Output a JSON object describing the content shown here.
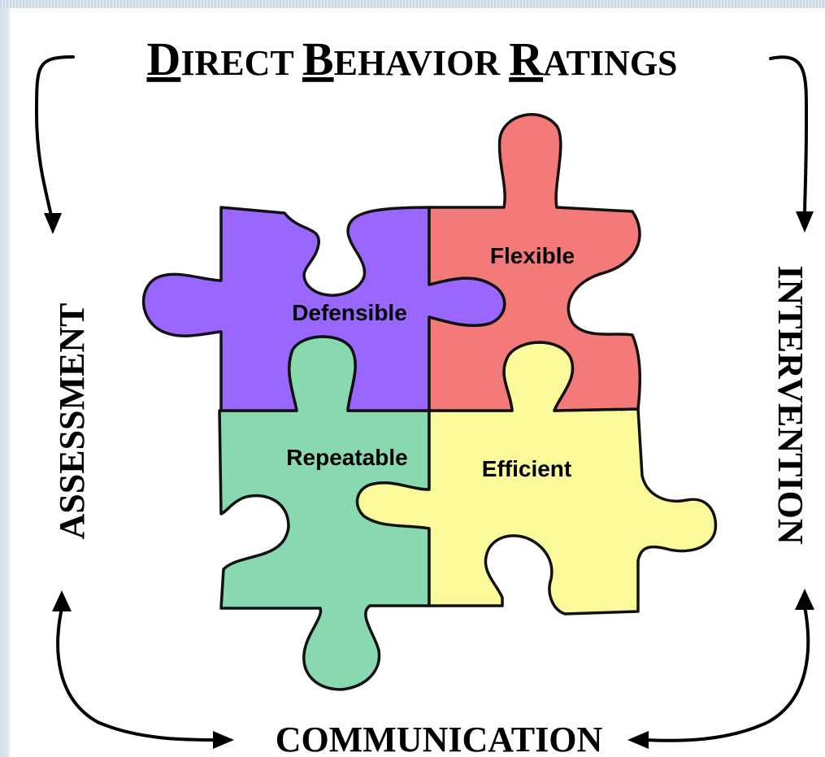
{
  "title": {
    "words": [
      {
        "initial": "D",
        "rest": "IRECT"
      },
      {
        "initial": "B",
        "rest": "EHAVIOR"
      },
      {
        "initial": "R",
        "rest": "ATINGS"
      }
    ]
  },
  "sides": {
    "left": "ASSESSMENT",
    "right": "INTERVENTION",
    "bottom": "COMMUNICATION"
  },
  "pieces": [
    {
      "id": "defensible",
      "label": "Defensible",
      "color": "#9966ff"
    },
    {
      "id": "flexible",
      "label": "Flexible",
      "color": "#f47a7a"
    },
    {
      "id": "repeatable",
      "label": "Repeatable",
      "color": "#88d8b0"
    },
    {
      "id": "efficient",
      "label": "Efficient",
      "color": "#fafa9a"
    }
  ]
}
